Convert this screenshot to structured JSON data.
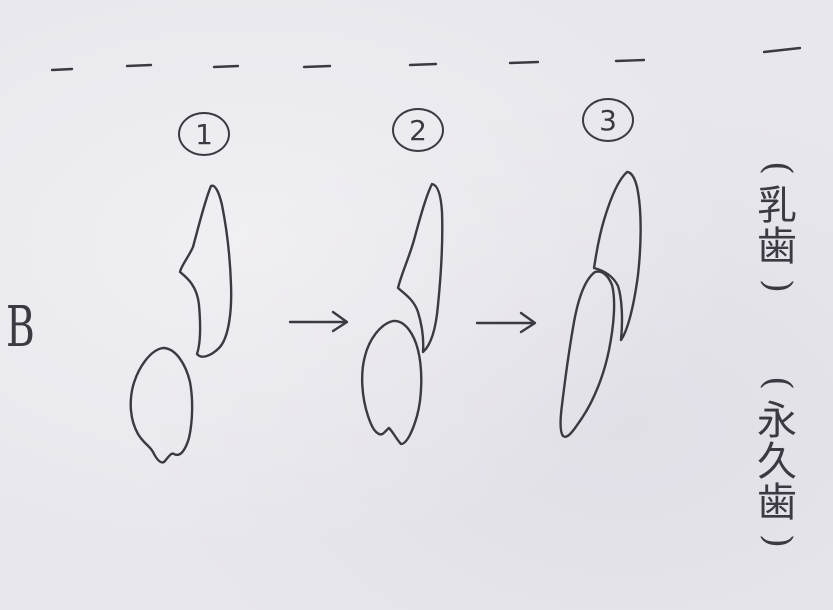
{
  "label": "B",
  "steps": [
    "1",
    "2",
    "3"
  ],
  "notes": {
    "primary": [
      "(",
      "乳",
      "歯",
      ")"
    ],
    "permanent": [
      "(",
      "永",
      "久",
      "歯",
      ")"
    ]
  }
}
